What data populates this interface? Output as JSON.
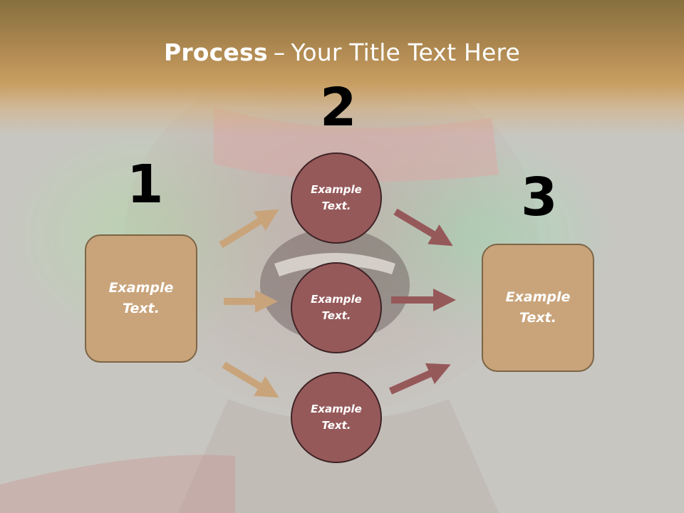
{
  "title": {
    "bold": "Process",
    "dash": "–",
    "rest": "Your Title Text Here"
  },
  "numbers": [
    "1",
    "2",
    "3"
  ],
  "left_box": {
    "line1": "Example",
    "line2": "Text."
  },
  "right_box": {
    "line1": "Example",
    "line2": "Text."
  },
  "circles": [
    {
      "line1": "Example",
      "line2": "Text."
    },
    {
      "line1": "Example",
      "line2": "Text."
    },
    {
      "line1": "Example",
      "line2": "Text."
    }
  ],
  "colors": {
    "box_fill": "#c9a47b",
    "box_border": "#7c6546",
    "circle_fill": "#96595a",
    "circle_border": "#3d2326",
    "arrow_left": "#c9a47b",
    "arrow_right": "#96595a",
    "title_band": "#c99e62"
  }
}
